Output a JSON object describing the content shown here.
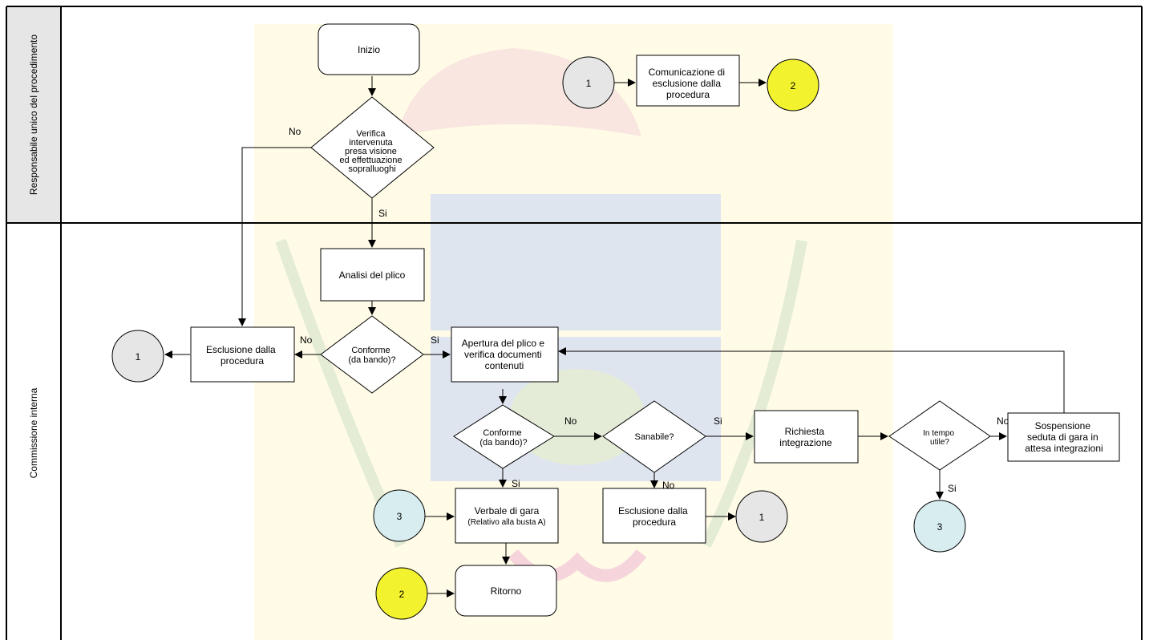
{
  "lanes": [
    {
      "title": "Responsabile unico del procedimento"
    },
    {
      "title": "Commissione interna"
    }
  ],
  "colors": {
    "connector_grey": "#e6e6e6",
    "connector_yellow": "#f2f22e",
    "connector_cyan": "#d8edf0",
    "watermark_bg": "#fffbe6",
    "lane_header_bg": "#e6e6e6"
  },
  "nodes": {
    "start": {
      "text": "Inizio"
    },
    "verify_visit": {
      "lines": [
        "Verifica",
        "intervenuta",
        "presa visione",
        "ed effettuazione",
        "sopralluoghi"
      ]
    },
    "conn1_top": {
      "text": "1"
    },
    "communication": {
      "lines": [
        "Comunicazione di",
        "esclusione dalla",
        "procedura"
      ]
    },
    "conn2_top": {
      "text": "2"
    },
    "analysis": {
      "text": "Analisi del plico"
    },
    "conform1": {
      "lines": [
        "Conforme",
        "(da bando)?"
      ]
    },
    "exclusion1": {
      "lines": [
        "Esclusione dalla",
        "procedura"
      ]
    },
    "conn1_left": {
      "text": "1"
    },
    "opening": {
      "lines": [
        "Apertura del plico e",
        "verifica documenti",
        "contenuti"
      ]
    },
    "conform2": {
      "lines": [
        "Conforme",
        "(da bando)?"
      ]
    },
    "curable": {
      "text": "Sanabile?"
    },
    "integration_req": {
      "lines": [
        "Richiesta",
        "integrazione"
      ]
    },
    "in_time": {
      "lines": [
        "In tempo",
        "utile?"
      ]
    },
    "suspension": {
      "lines": [
        "Sospensione",
        "seduta di gara in",
        "attesa integrazioni"
      ]
    },
    "conn3_left": {
      "text": "3"
    },
    "minutes": {
      "line1": "Verbale di gara",
      "line2": "(Relativo alla busta A)"
    },
    "exclusion2": {
      "lines": [
        "Esclusione dalla",
        "procedura"
      ]
    },
    "conn1_mid": {
      "text": "1"
    },
    "conn3_right": {
      "text": "3"
    },
    "conn2_bottom": {
      "text": "2"
    },
    "return": {
      "text": "Ritorno"
    }
  },
  "edge_labels": {
    "verify_no": "No",
    "verify_si": "Si",
    "conform1_no": "No",
    "conform1_si": "Si",
    "conform2_no": "No",
    "conform2_si": "Si",
    "curable_si": "Si",
    "curable_no": "No",
    "in_time_no": "No",
    "in_time_si": "Si"
  }
}
